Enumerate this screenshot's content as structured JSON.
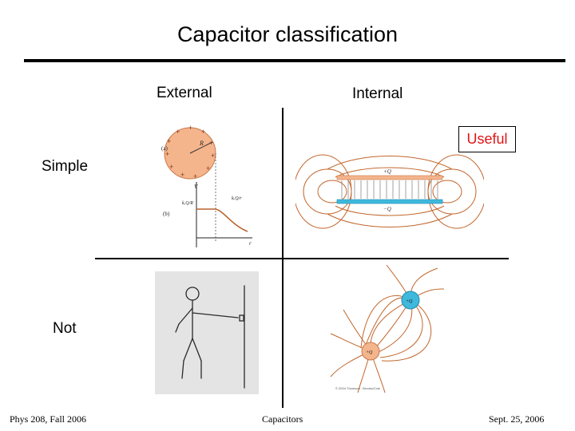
{
  "title": "Capacitor classification",
  "columns": {
    "external": "External",
    "internal": "Internal"
  },
  "rows": {
    "simple": "Simple",
    "not": "Not"
  },
  "useful_label": "Useful",
  "useful_color": "#e11414",
  "sphere_figure": {
    "panel_a": "(a)",
    "panel_b": "(b)",
    "radius_label": "R",
    "v_axis": "V",
    "r_axis": "r",
    "inner_expr": "kₑQ/R",
    "outer_expr": "kₑQ/r"
  },
  "plate_figure": {
    "top_charge": "+Q",
    "bottom_charge": "−Q"
  },
  "dipole_figure": {
    "top_charge": "+Q",
    "bottom_charge": "+Q",
    "copyright": "© 2004 Thomson · Brooks/Cole"
  },
  "footer": {
    "left": "Phys 208, Fall 2006",
    "center": "Capacitors",
    "right": "Sept. 25, 2006"
  }
}
